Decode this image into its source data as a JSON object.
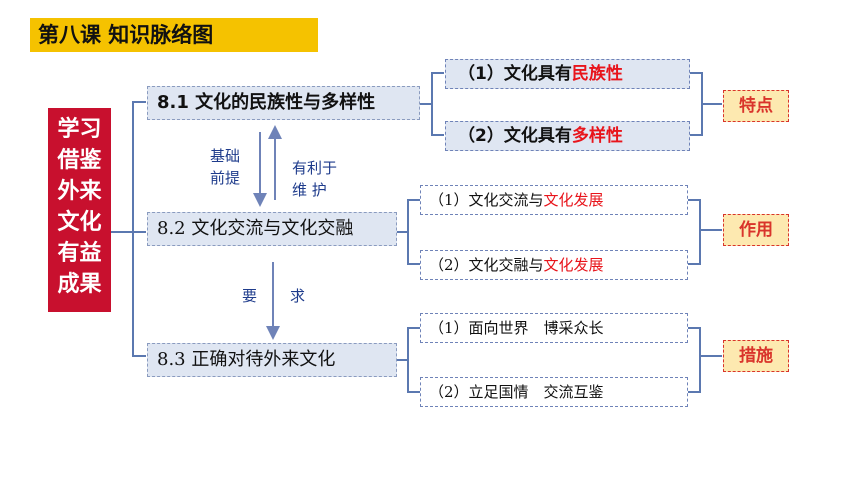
{
  "title": "第八课 知识脉络图",
  "subject": [
    "学习",
    "借鉴",
    "外来",
    "文化",
    "有益",
    "成果"
  ],
  "sections": [
    {
      "label": "8.1 文化的民族性与多样性"
    },
    {
      "label": "8.2 文化交流与文化交融"
    },
    {
      "label": "8.3 正确对待外来文化"
    }
  ],
  "leaves": {
    "s1_a_prefix": "（1）文化具有",
    "s1_a_highlight": "民族性",
    "s1_b_prefix": "（2）文化具有",
    "s1_b_highlight": "多样性",
    "s2_a_prefix": "（1）文化交流与",
    "s2_a_highlight": "文化发展",
    "s2_b_prefix": "（2）文化交融与",
    "s2_b_highlight": "文化发展",
    "s3_a": "（1）面向世界　博采众长",
    "s3_b": "（2）立足国情　交流互鉴"
  },
  "tags": [
    "特点",
    "作用",
    "措施"
  ],
  "relations": {
    "up_left": [
      "基础",
      "前提"
    ],
    "up_right": [
      "有利于",
      "维 护"
    ],
    "down_left": "要",
    "down_right": "求"
  },
  "colors": {
    "title_bg": "#f5c200",
    "subject_bg": "#c8102e",
    "highlight": "#e8141b",
    "note": "#1f3c8c"
  }
}
